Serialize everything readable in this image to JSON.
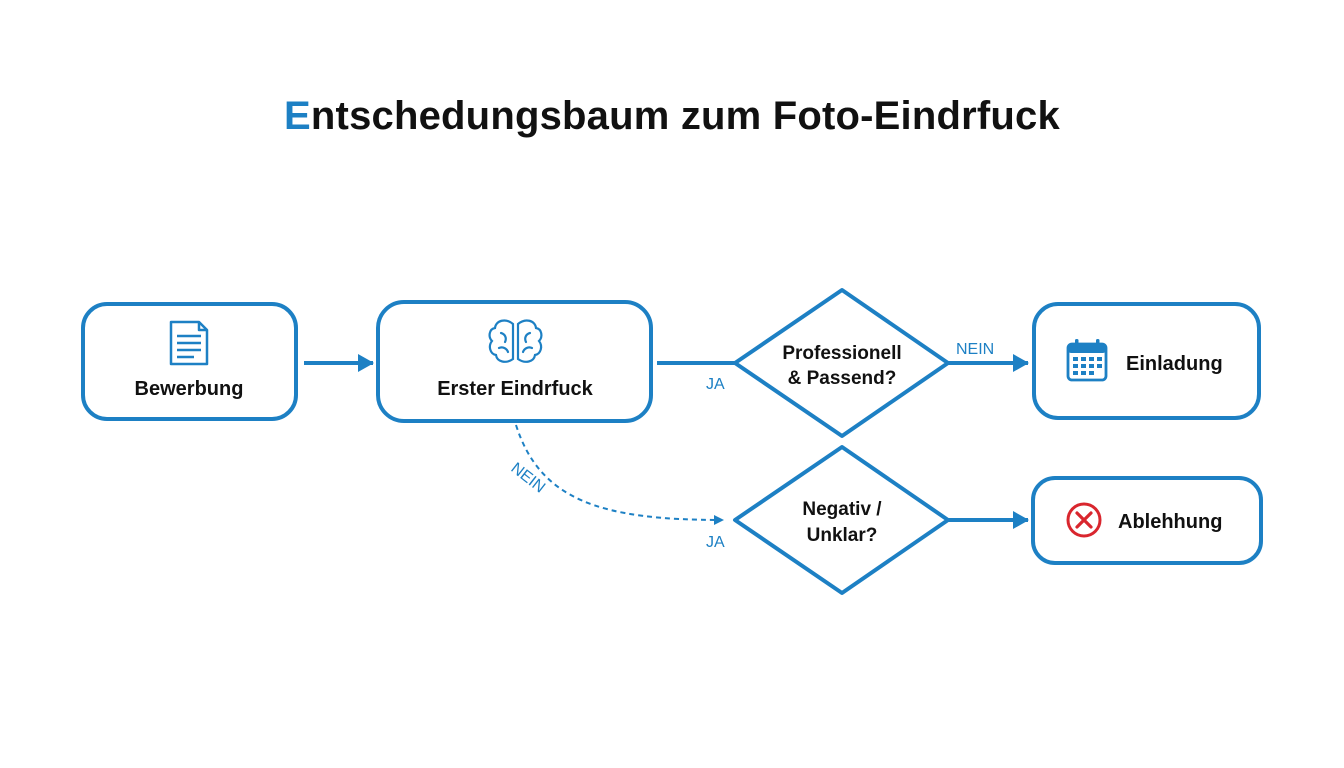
{
  "title": {
    "first_letter": "E",
    "rest": "ntschedungsbaum zum Foto-Eindrfuck"
  },
  "colors": {
    "accent": "#1d80c4",
    "reject": "#d9262e",
    "text": "#111111"
  },
  "nodes": {
    "application": {
      "label": "Bewerbung",
      "icon": "document-icon"
    },
    "first_impression": {
      "label": "Erster Eindrfuck",
      "icon": "brain-icon"
    },
    "decision_professional": {
      "line1": "Professionell",
      "line2": "& Passend?"
    },
    "decision_negative": {
      "line1": "Negativ /",
      "line2": "Unklar?"
    },
    "invitation": {
      "label": "Einladung",
      "icon": "calendar-icon"
    },
    "rejection": {
      "label": "Ablehhung",
      "icon": "x-circle-icon"
    }
  },
  "edges": {
    "ja_top": "JA",
    "nein_top": "NEIN",
    "nein_dashed": "NEIN",
    "ja_bottom": "JA"
  }
}
